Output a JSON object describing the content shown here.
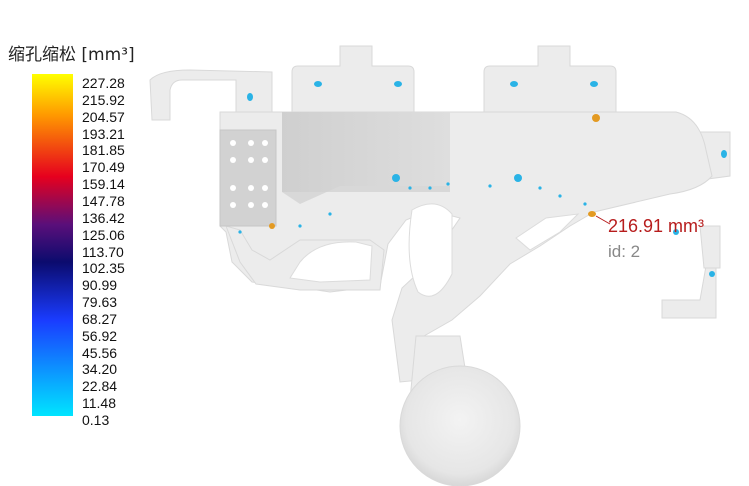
{
  "legend": {
    "title": "缩孔缩松 [mm³]",
    "ticks": [
      "227.28",
      "215.92",
      "204.57",
      "193.21",
      "181.85",
      "170.49",
      "159.14",
      "147.78",
      "136.42",
      "125.06",
      "113.70",
      "102.35",
      "90.99",
      "79.63",
      "68.27",
      "56.92",
      "45.56",
      "34.20",
      "22.84",
      "11.48",
      "0.13"
    ],
    "colors": {
      "max": "#ffff00",
      "orange": "#ff9900",
      "red": "#e6001e",
      "purple": "#5a0f7a",
      "navy": "#0b0b6e",
      "blue": "#1a3cff",
      "min": "#00e5ff"
    }
  },
  "probe": {
    "value": "216.91 mm³",
    "id": "id: 2"
  },
  "model": {
    "part_color": "#ececec",
    "shade_color": "#d6d6d6",
    "defect_color": "#2ab3e6",
    "hot_defect_color": "#e39a22"
  }
}
